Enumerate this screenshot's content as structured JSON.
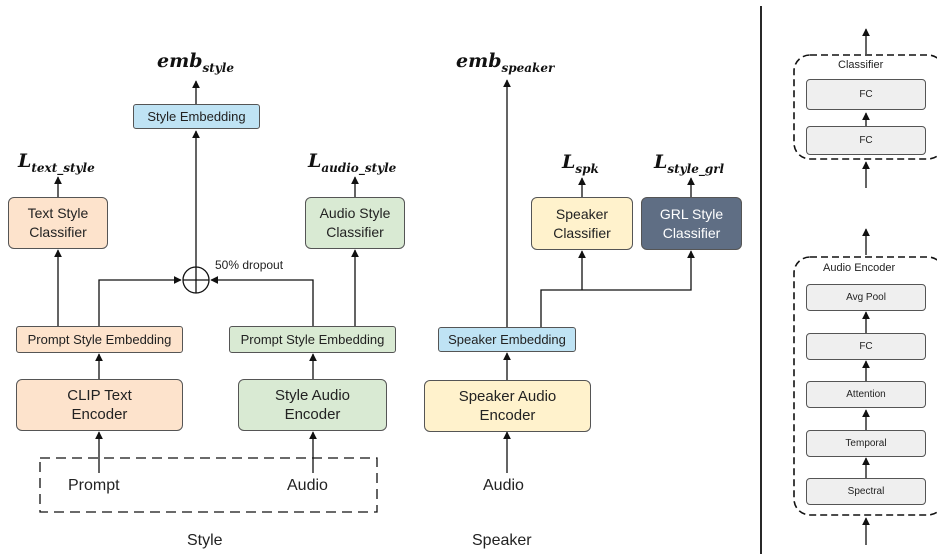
{
  "outputs": {
    "emb_style": {
      "base": "emb",
      "sub": "style"
    },
    "emb_speaker": {
      "base": "emb",
      "sub": "speaker"
    },
    "l_text_style": {
      "base": "L",
      "sub": "text_style"
    },
    "l_audio_style": {
      "base": "L",
      "sub": "audio_style"
    },
    "l_spk": {
      "base": "L",
      "sub": "spk"
    },
    "l_style_grl": {
      "base": "L",
      "sub": "style_grl"
    }
  },
  "style": {
    "style_embedding": "Style Embedding",
    "text_style_classifier": "Text Style\nClassifier",
    "audio_style_classifier": "Audio Style\nClassifier",
    "prompt_style_embedding_left": "Prompt Style Embedding",
    "prompt_style_embedding_right": "Prompt Style Embedding",
    "clip_text_encoder": "CLIP Text\nEncoder",
    "style_audio_encoder": "Style Audio\nEncoder",
    "dropout_label": "50% dropout",
    "input_prompt": "Prompt",
    "input_audio": "Audio",
    "section_label": "Style"
  },
  "speaker": {
    "speaker_classifier": "Speaker\nClassifier",
    "grl_style_classifier": "GRL Style\nClassifier",
    "speaker_embedding": "Speaker Embedding",
    "speaker_audio_encoder": "Speaker Audio\nEncoder",
    "input_audio": "Audio",
    "section_label": "Speaker"
  },
  "classifier": {
    "title": "Classifier",
    "layers": [
      "FC",
      "FC"
    ]
  },
  "audio_encoder": {
    "title": "Audio Encoder",
    "layers": [
      "Avg Pool",
      "FC",
      "Attention",
      "Temporal",
      "Spectral"
    ]
  },
  "colors": {
    "orange_fill": "#fde3cc",
    "green_fill": "#d9ead3",
    "yellow_fill": "#fff2cc",
    "blue_fill": "#bfe3f4",
    "slate_fill": "#5f6e84",
    "snowflake": "#5aa8e6"
  },
  "icons": {
    "frozen": "snowflake-icon"
  }
}
